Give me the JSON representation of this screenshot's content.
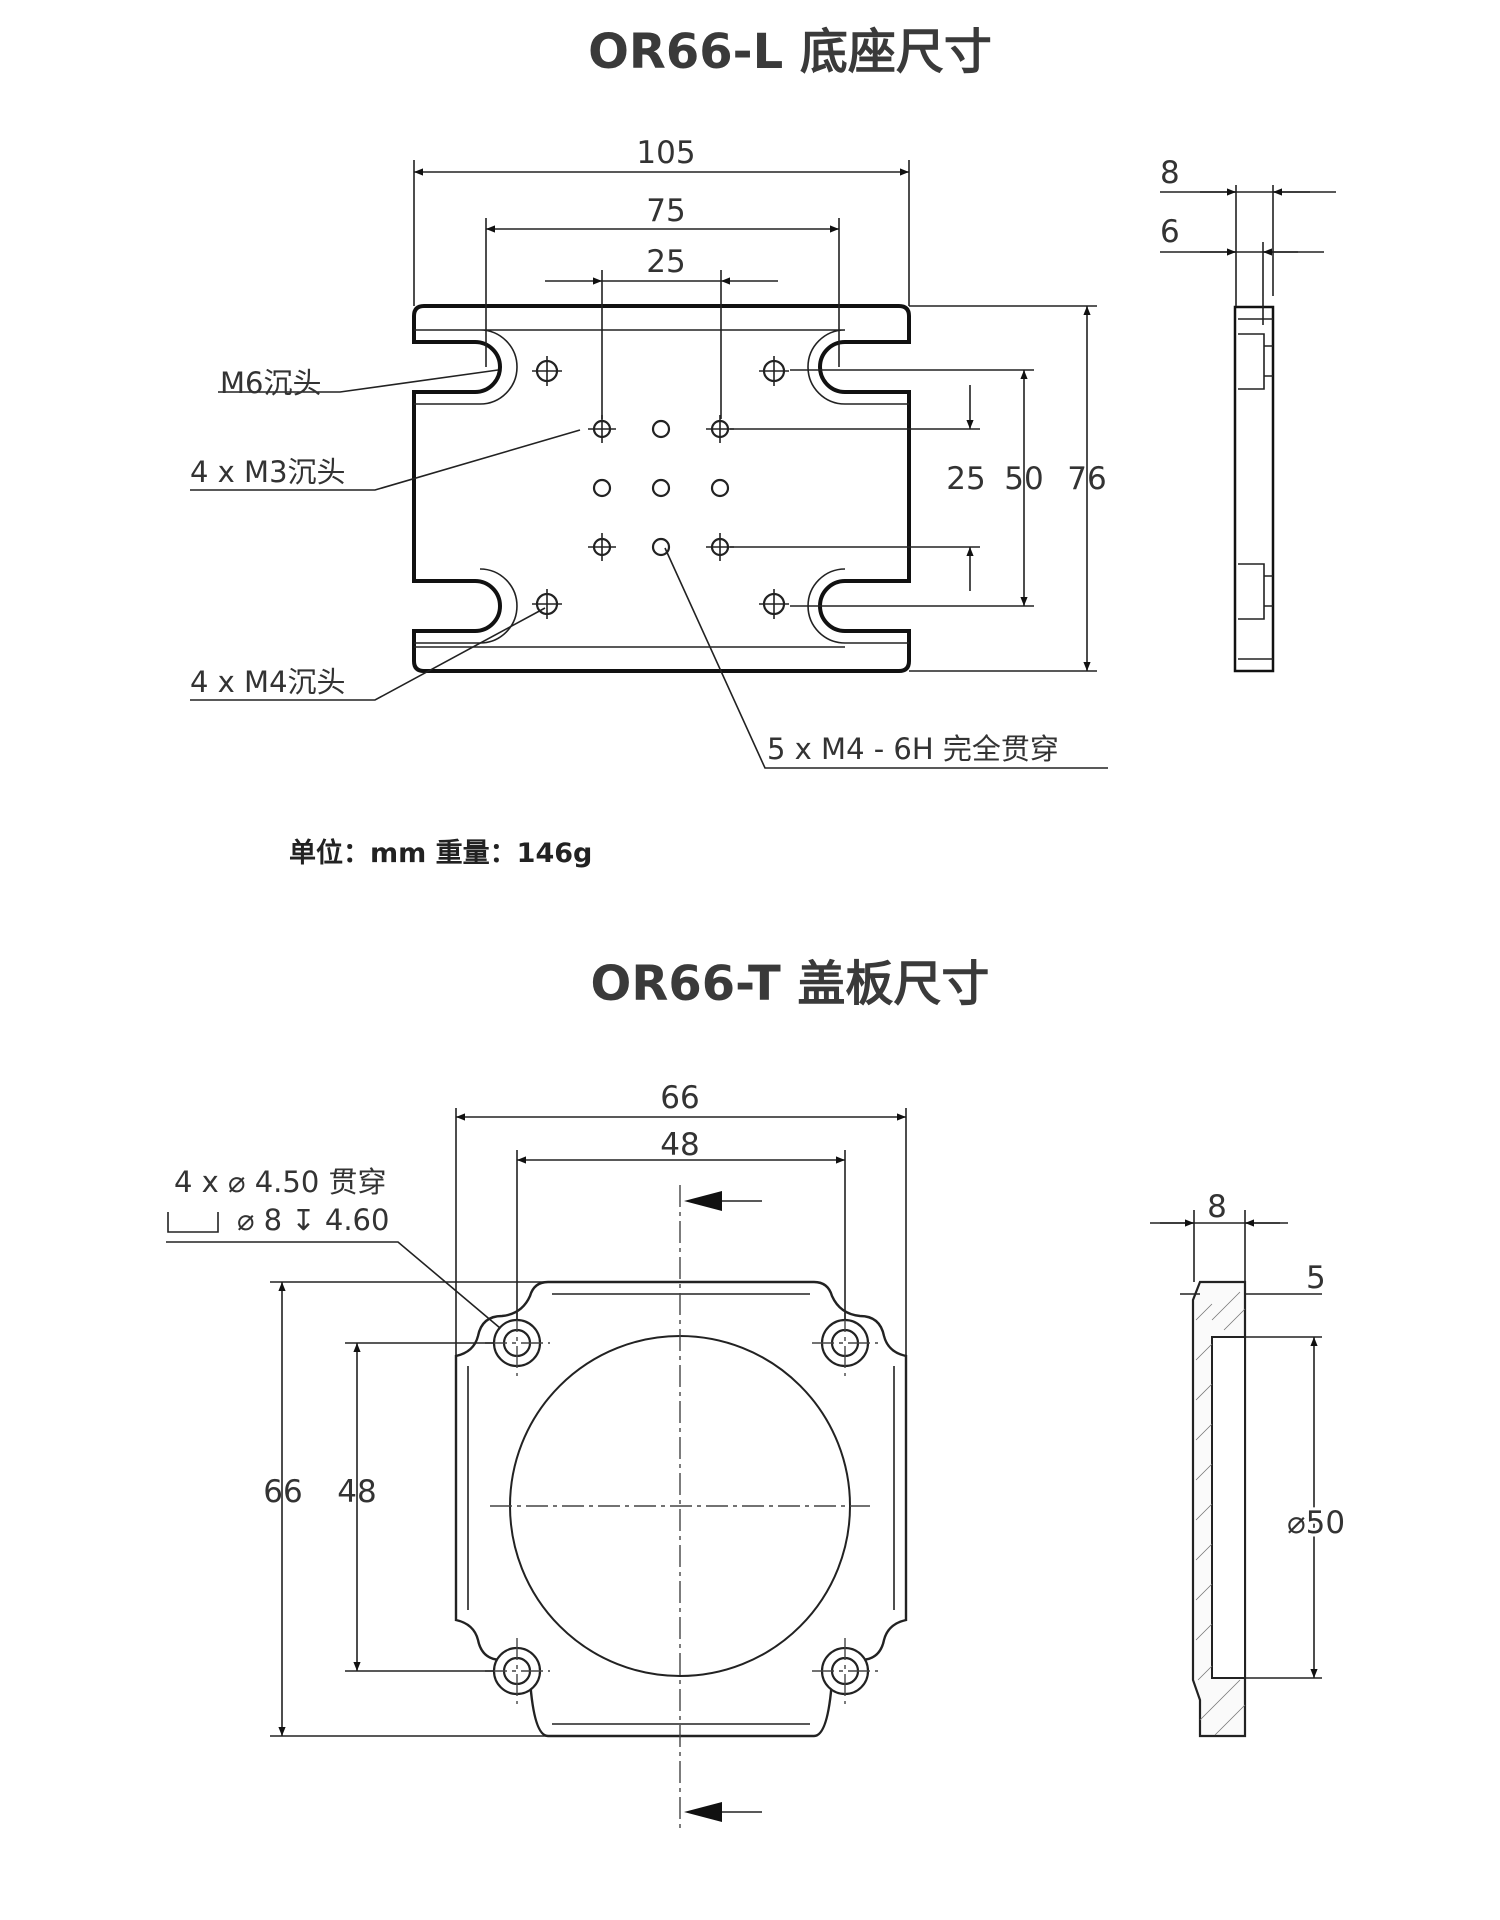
{
  "base": {
    "title": "OR66-L 底座尺寸",
    "dims": {
      "w105": "105",
      "w75": "75",
      "w25": "25",
      "h25": "25",
      "h50": "50",
      "h76": "76",
      "side8": "8",
      "side6": "6"
    },
    "labels": {
      "m6": "M6沉头",
      "m3": "4 x M3沉头",
      "m4": "4 x M4沉头",
      "m4_thru": "5 x  M4 - 6H 完全贯穿"
    },
    "note": "单位：mm   重量：146g"
  },
  "cover": {
    "title": "OR66-T 盖板尺寸",
    "dims": {
      "w66": "66",
      "w48": "48",
      "h66": "66",
      "h48": "48",
      "side8": "8",
      "side5": "5",
      "dia50": "⌀50"
    },
    "labels": {
      "line1": "4 x  ⌀  4.50 贯穿",
      "line2": "⌀ 8 ↧ 4.60"
    }
  }
}
